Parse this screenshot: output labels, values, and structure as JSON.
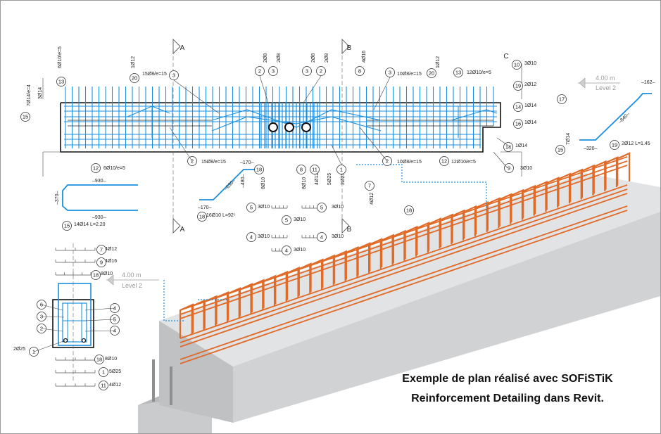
{
  "caption": {
    "line1": "Exemple de plan réalisé avec SOFiSTiK",
    "line2": "Reinforcement Detailing dans Revit."
  },
  "colors": {
    "rebar_blue": "#1a8fe0",
    "rebar_orange": "#e06a28",
    "concrete": "#d4d6d8",
    "line": "#333333"
  },
  "sections": {
    "A_top": "A",
    "A_bottom": "A",
    "B_top": "B",
    "B_bottom": "B",
    "C_top": "C"
  },
  "level": {
    "elev_top": "4.00 m",
    "name_top": "Level 2",
    "elev_left": "4.00 m",
    "name_left": "Level 2"
  },
  "labels": {
    "l_6010e5_v": "6Ø10/e=5",
    "l_1012_v": "1Ø12",
    "l_7014e4_v": "7Ø14/e=4",
    "l_3014_v": "3Ø14",
    "l_1508e15_top": "15Ø8/e=15",
    "l_208_a": "2Ø8",
    "l_208_b": "2Ø8",
    "l_208_c": "2Ø8",
    "l_208_d": "2Ø8",
    "l_4016_v": "4Ø16",
    "l_1008e15_top": "10Ø8/e=15",
    "l_1012_v2": "1Ø12",
    "l_12010e5": "12Ø10/e=5",
    "l_3010_c": "3Ø10",
    "l_2012_c": "2Ø12",
    "l_1014_a": "1Ø14",
    "l_1014_b": "1Ø14",
    "l_1014_c": "1Ø14",
    "l_3010_c2": "3Ø10",
    "l_6010e5": "6Ø10/e=5",
    "l_1508e15": "15Ø8/e=15",
    "l_8010": "8Ø10",
    "l_8010b": "8Ø10",
    "l_4012": "4Ø12",
    "l_5025": "5Ø25",
    "l_2025": "2Ø25",
    "l_1008e15": "10Ø8/e=15",
    "l_12010e5b": "12Ø10/e=5",
    "l_4012_v": "4Ø12",
    "l_shape18": "16Ø10 L=92⁵",
    "l_shape15": "14Ø14 L=2.20",
    "l_3010_s1": "3Ø10",
    "l_3010_s2": "3Ø10",
    "l_3010_s3": "3Ø10",
    "l_3010_s4": "3Ø10",
    "l_3010_s5": "3Ø10",
    "l_3010_s6": "3Ø10",
    "l_3010_s7": "3Ø10",
    "l_4012_list": "4Ø12",
    "l_4016_list": "4Ø16",
    "l_8010_list": "8Ø10",
    "l_8010_list2": "8Ø10",
    "l_5025_list": "5Ø25",
    "l_4012_list2": "4Ø12",
    "l_2025_sec": "2Ø25",
    "l_7014": "7Ø14",
    "l_2012_shape": "2Ø12 L=1.45",
    "d_170a": "–170–",
    "d_480": "–480–",
    "d_630": "–630–",
    "d_170b": "–170–",
    "d_930a": "–930–",
    "d_930b": "–930–",
    "d_370": "–370–",
    "d_162": "–162–",
    "d_840": "–840–",
    "d_320": "–320–"
  },
  "bars": {
    "n1": "1",
    "n2": "2",
    "n3": "3",
    "n4": "4",
    "n5": "5",
    "n6": "6",
    "n7": "7",
    "n8": "8",
    "n9": "9",
    "n10": "10",
    "n11": "11",
    "n12": "12",
    "n13": "13",
    "n14": "14",
    "n15": "15",
    "n16": "16",
    "n17": "17",
    "n18": "18",
    "n19": "19",
    "n20": "20"
  }
}
